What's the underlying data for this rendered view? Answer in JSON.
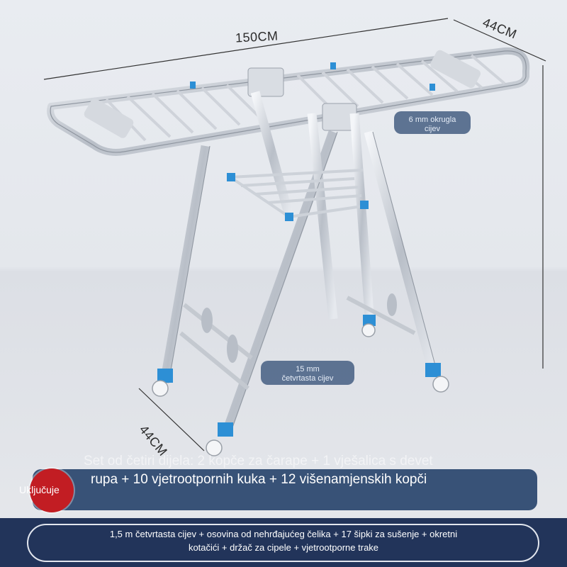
{
  "dimensions": {
    "length": "150CM",
    "width_top": "44CM",
    "width_bottom": "44CM"
  },
  "callouts": {
    "round_tube": "6 mm okrugla cijev",
    "square_tube_size": "15 mm",
    "square_tube_label": "četvrtasta cijev"
  },
  "promo": {
    "badge": "Uključuje",
    "line1": "Set od četiri dijela: 2 kopče za čarape + 1 vješalica s devet",
    "line2": "rupa + 10 vjetrootpornih kuka + 12 višenamjenskih kopči"
  },
  "footer": {
    "line1": "1,5 m četvrtasta cijev + osovina od nehrđajućeg čelika + 17 šipki za sušenje + okretni",
    "line2": "kotačići + držač za cipele + vjetrootporne trake"
  },
  "colors": {
    "steel": "#c9ced6",
    "blue_joint": "#2d8fd5",
    "navy": "#22345a",
    "badge_red": "#c21d23"
  }
}
